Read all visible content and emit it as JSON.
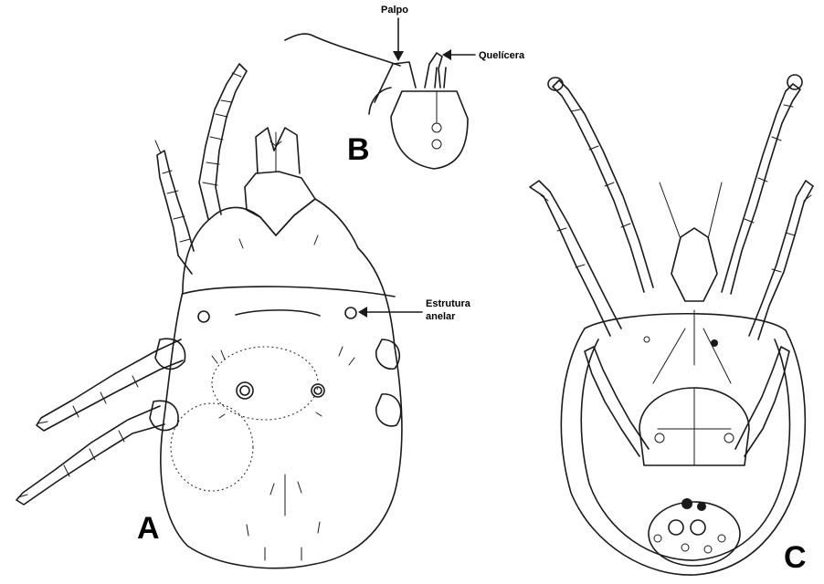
{
  "panels": {
    "a": {
      "letter": "A"
    },
    "b": {
      "letter": "B"
    },
    "c": {
      "letter": "C"
    }
  },
  "annotations": {
    "palpo": "Palpo",
    "quelicera": "Quelícera",
    "estrutura_line1": "Estrutura",
    "estrutura_line2": "anelar"
  }
}
